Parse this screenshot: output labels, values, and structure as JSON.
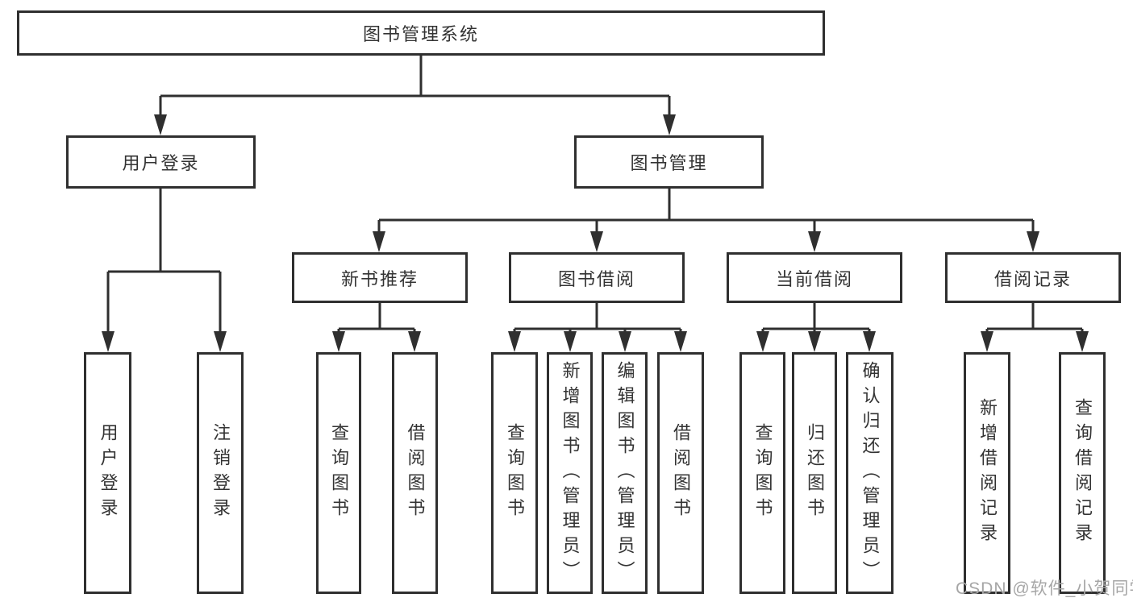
{
  "tree": {
    "root": {
      "label": "图书管理系统"
    },
    "branches": [
      {
        "label": "用户登录",
        "children": [
          {
            "label": "用户登录"
          },
          {
            "label": "注销登录"
          }
        ]
      },
      {
        "label": "图书管理",
        "children": [
          {
            "label": "新书推荐",
            "children": [
              {
                "label": "查询图书"
              },
              {
                "label": "借阅图书"
              }
            ]
          },
          {
            "label": "图书借阅",
            "children": [
              {
                "label": "查询图书"
              },
              {
                "label": "新增图书（管理员）"
              },
              {
                "label": "编辑图书（管理员）"
              },
              {
                "label": "借阅图书"
              }
            ]
          },
          {
            "label": "当前借阅",
            "children": [
              {
                "label": "查询图书"
              },
              {
                "label": "归还图书"
              },
              {
                "label": "确认归还（管理员）"
              }
            ]
          },
          {
            "label": "借阅记录",
            "children": [
              {
                "label": "新增借阅记录"
              },
              {
                "label": "查询借阅记录"
              }
            ]
          }
        ]
      }
    ]
  },
  "watermark": "CSDN @软件_小贺同学",
  "colors": {
    "line": "#2f2f2f",
    "text": "#333333",
    "watermark_text": "#a6a6a6",
    "background": "#ffffff"
  }
}
